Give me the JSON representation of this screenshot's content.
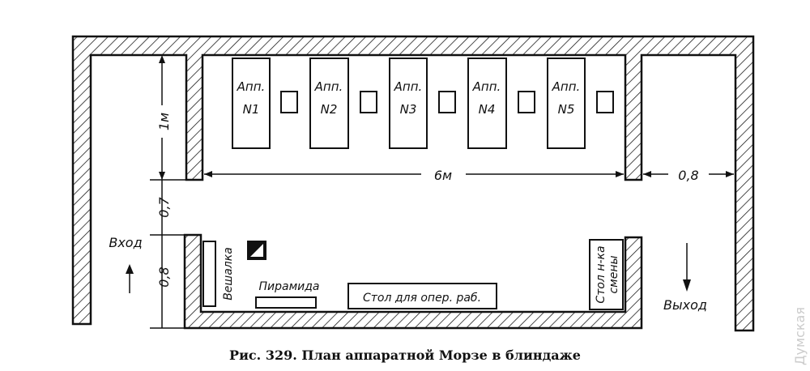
{
  "caption": "Рис.  329. План аппаратной Морзе в блиндаже",
  "apparatus": [
    "Апп.",
    "N1",
    "Апп.",
    "N2",
    "Апп.",
    "N3",
    "Апп.",
    "N4",
    "Апп.",
    "N5"
  ],
  "dimensions": {
    "height_top": "1м",
    "corridor": "0,7",
    "height_bottom": "0,8",
    "length": "6м",
    "exit_width": "0,8"
  },
  "labels": {
    "entrance": "Вход",
    "exit": "Выход",
    "coat_rack": "Вешалка",
    "pyramid": "Пирамида",
    "operator_table": "Стол для опер. раб.",
    "shift_table_1": "Стол н-ка",
    "shift_table_2": "смены"
  },
  "watermark": "Думская"
}
